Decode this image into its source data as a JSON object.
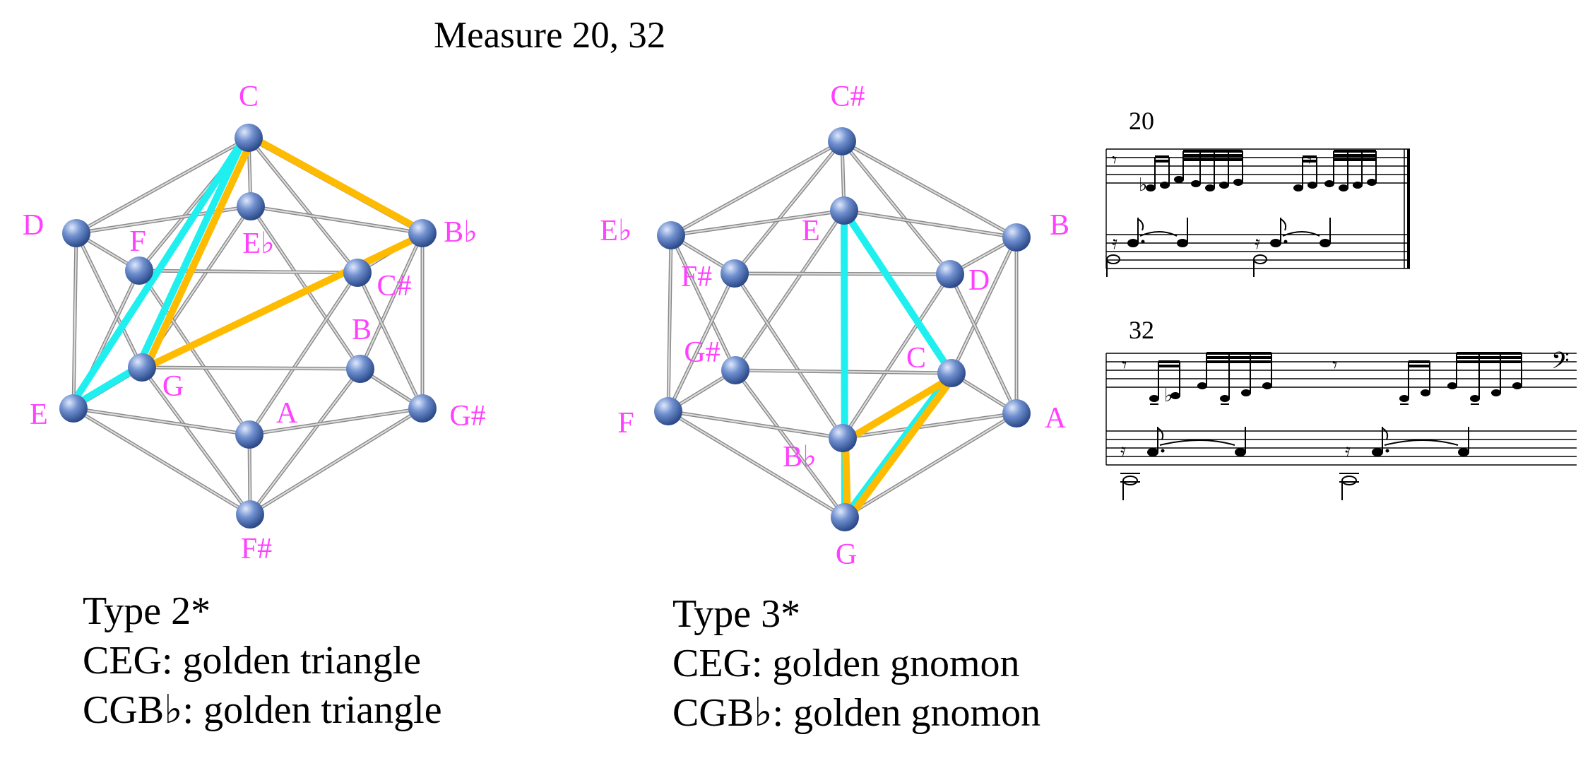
{
  "title": "Measure 20, 32",
  "colors": {
    "edge": "#b4b4b4",
    "node": "#6f8fcf",
    "label": "#ff40ff",
    "gold": "#ffbb00",
    "cyan": "#1ff0ef"
  },
  "diagrams": [
    {
      "id": "left",
      "nodes": [
        {
          "id": "C",
          "label": "C"
        },
        {
          "id": "Eb",
          "label": "E♭"
        },
        {
          "id": "D",
          "label": "D"
        },
        {
          "id": "Bb",
          "label": "B♭"
        },
        {
          "id": "F",
          "label": "F"
        },
        {
          "id": "Cs",
          "label": "C#"
        },
        {
          "id": "G",
          "label": "G"
        },
        {
          "id": "B",
          "label": "B"
        },
        {
          "id": "E",
          "label": "E"
        },
        {
          "id": "Gs",
          "label": "G#"
        },
        {
          "id": "A",
          "label": "A"
        },
        {
          "id": "Fs",
          "label": "F#"
        }
      ],
      "highlight": [
        {
          "color": "cyan",
          "path": [
            "E",
            "G",
            "C",
            "E"
          ]
        },
        {
          "color": "gold",
          "path": [
            "C",
            "G",
            "Bb",
            "C"
          ]
        }
      ],
      "caption": [
        "Type 2*",
        "CEG: golden triangle",
        "CGB♭: golden triangle"
      ]
    },
    {
      "id": "right",
      "nodes": [
        {
          "id": "Cs",
          "label": "C#"
        },
        {
          "id": "E",
          "label": "E"
        },
        {
          "id": "Eb",
          "label": "E♭"
        },
        {
          "id": "B",
          "label": "B"
        },
        {
          "id": "Fs",
          "label": "F#"
        },
        {
          "id": "D",
          "label": "D"
        },
        {
          "id": "Gs",
          "label": "G#"
        },
        {
          "id": "C",
          "label": "C"
        },
        {
          "id": "F",
          "label": "F"
        },
        {
          "id": "A",
          "label": "A"
        },
        {
          "id": "Bb",
          "label": "B♭"
        },
        {
          "id": "G",
          "label": "G"
        }
      ],
      "highlight": [
        {
          "color": "cyan",
          "path": [
            "E",
            "C",
            "G",
            "E"
          ]
        },
        {
          "color": "gold",
          "path": [
            "C",
            "Bb",
            "G",
            "C"
          ]
        }
      ],
      "caption": [
        "Type 3*",
        "CEG: golden gnomon",
        "CGB♭: golden gnomon"
      ]
    }
  ],
  "score": {
    "measures": [
      "20",
      "32"
    ]
  }
}
